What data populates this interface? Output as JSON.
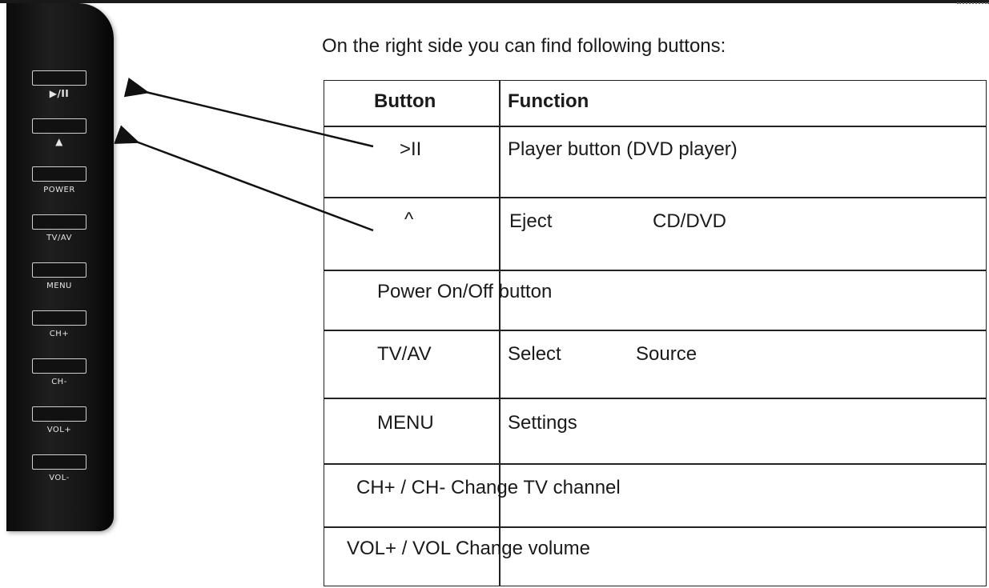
{
  "intro": "On the right side you can find following buttons:",
  "panel": {
    "buttons": [
      {
        "label": "▶/II"
      },
      {
        "label": "▲"
      },
      {
        "label": "POWER"
      },
      {
        "label": "TV/AV"
      },
      {
        "label": "MENU"
      },
      {
        "label": "CH+"
      },
      {
        "label": "CH-"
      },
      {
        "label": "VOL+"
      },
      {
        "label": "VOL-"
      }
    ]
  },
  "table": {
    "headers": {
      "button": "Button",
      "function": "Function"
    },
    "rows": [
      {
        "button": ">II",
        "function": "Player button (DVD player)"
      },
      {
        "button": "^",
        "function": "Eject",
        "function_extra": "CD/DVD"
      },
      {
        "button": "Power   On/Off button",
        "function": ""
      },
      {
        "button": "TV/AV",
        "function": "Select",
        "function_extra": "Source"
      },
      {
        "button": "MENU",
        "function": "Settings"
      },
      {
        "button": "CH+ / CH-  Change TV channel",
        "function": ""
      },
      {
        "button": "VOL+ / VOL  Change volume",
        "function": ""
      }
    ]
  }
}
